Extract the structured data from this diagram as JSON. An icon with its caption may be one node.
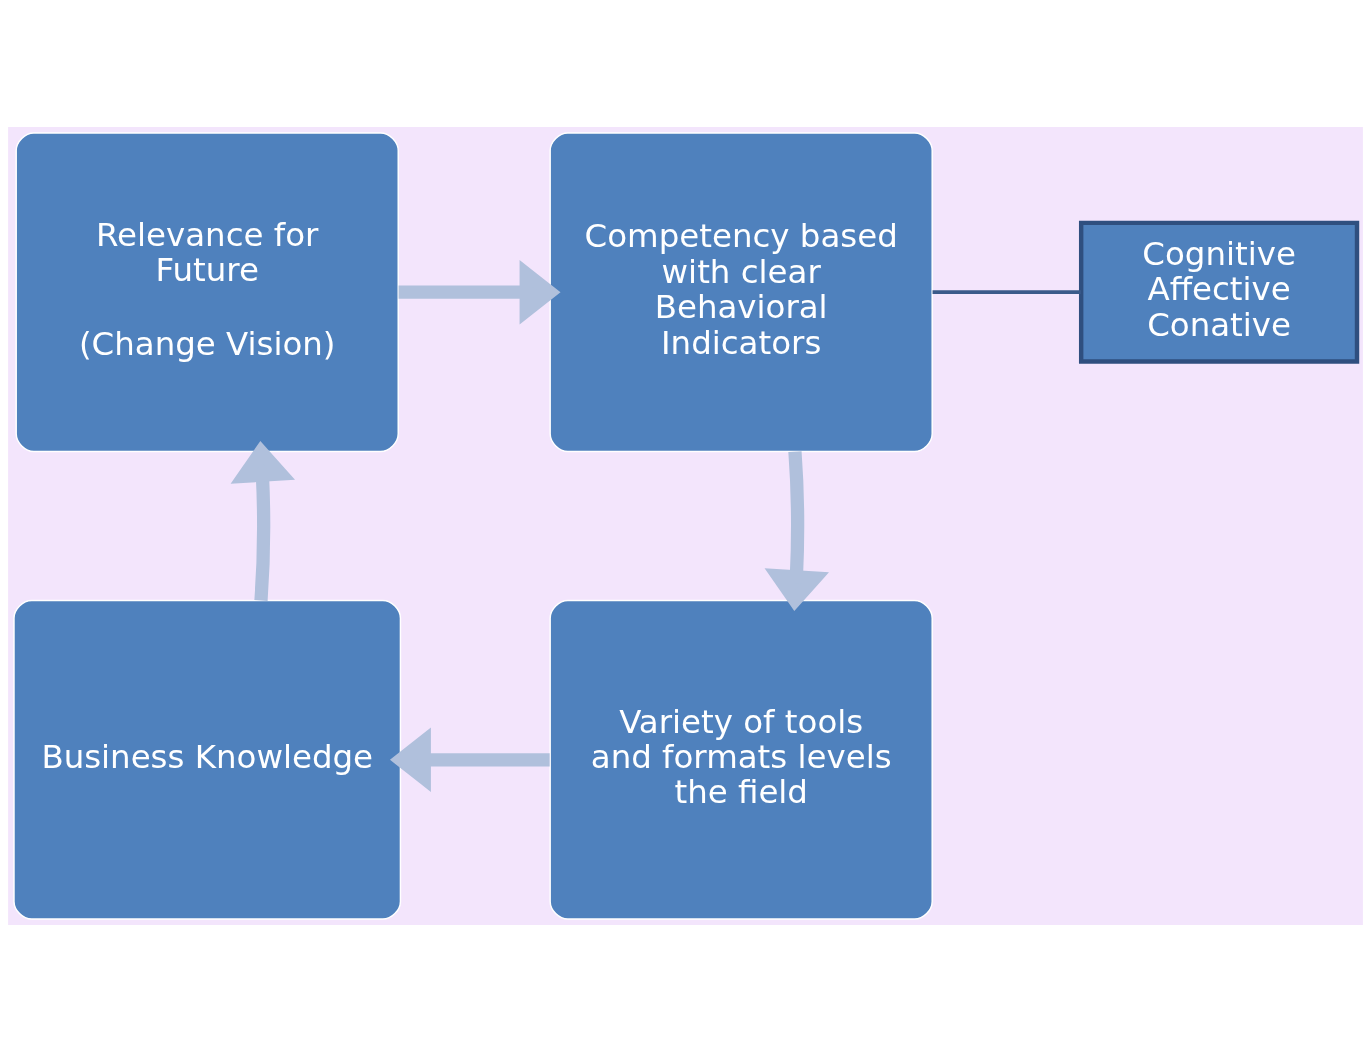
{
  "diagram": {
    "nodes": [
      {
        "text": [
          "Relevance for Future",
          "(Change Vision)"
        ]
      },
      {
        "text": [
          "Competency based with clear Behavioral Indicators"
        ]
      },
      {
        "text": [
          "Variety of tools and formats levels the field"
        ]
      },
      {
        "text": [
          "Business Knowledge"
        ]
      },
      {
        "text": [
          "Cognitive",
          "Affective",
          "Conative"
        ]
      }
    ],
    "edges": [
      {
        "from": 0,
        "to": 1,
        "arrow": "to"
      },
      {
        "from": 1,
        "to": 2,
        "arrow": "to"
      },
      {
        "from": 2,
        "to": 3,
        "arrow": "to"
      },
      {
        "from": 3,
        "to": 0,
        "arrow": "to"
      },
      {
        "from": 4,
        "to": 1,
        "arrow": "none",
        "color": "#3a5a8a"
      }
    ]
  }
}
